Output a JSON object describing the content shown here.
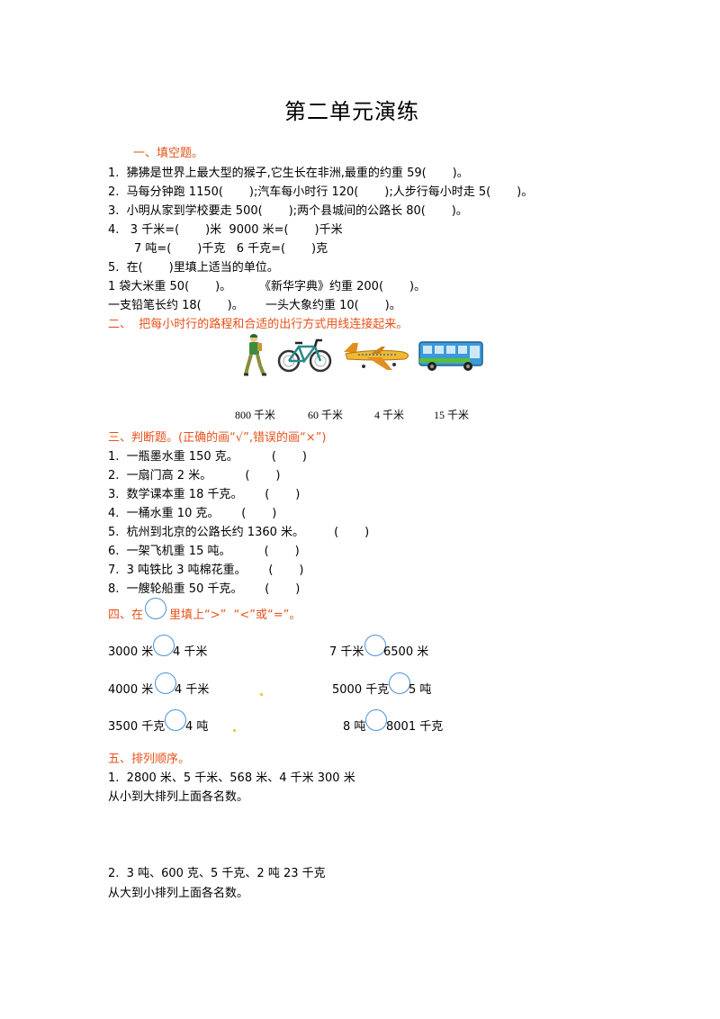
{
  "title": "第二单元演练",
  "s1": {
    "heading": "一、填空题。",
    "q1": "1.  狒狒是世界上最大型的猴子,它生长在非洲,最重的约重 59(       )。",
    "q2": "2.  马每分钟跑 1150(       );汽车每小时行 120(       );人步行每小时走 5(       )。",
    "q3": "3.  小明从家到学校要走 500(       );两个县城间的公路长 80(       )。",
    "q4a": "4.   3 千米=(       )米  9000 米=(       )千米",
    "q4b": "7 吨=(       )千克   6 千克=(       )克",
    "q5": "5.  在(       )里填上适当的单位。",
    "q5a": "1 袋大米重 50(       )。",
    "q5b": "《新华字典》约重 200(       )。",
    "q5c": "一支铅笔长约 18(       )。",
    "q5d": "一头大象约重 10(       )。"
  },
  "s2": {
    "heading": "二、  把每小时行的路程和合适的出行方式用线连接起来。",
    "images": [
      "walking-person",
      "bicycle",
      "airplane",
      "bus"
    ],
    "speeds": [
      "800 千米",
      "60 千米",
      "4 千米",
      "15 千米"
    ]
  },
  "s3": {
    "heading": "三、判断题。(正确的画“√”,错误的画“×”)",
    "items": [
      "1.  一瓶墨水重 150 克。         (       )",
      "2.  一扇门高 2 米。         (       )",
      "3.  数学课本重 18 千克。      (       )",
      "4.  一桶水重 10 克。      (       )",
      "5.  杭州到北京的公路长约 1360 米。        (       )",
      "6.  一架飞机重 15 吨。         (       )",
      "7.  3 吨铁比 3 吨棉花重。      (       )",
      "8.  一艘轮船重 50 千克。      (       )"
    ]
  },
  "s4": {
    "heading_before": "四、在",
    "heading_after": "里填上“>”  “<”或“=”。",
    "pairs": [
      {
        "left": "3000 米",
        "right": "4 千米"
      },
      {
        "left": "7 千米",
        "right": "6500 米"
      },
      {
        "left": "4000 米",
        "right": "4 千米"
      },
      {
        "left": "5000 千克",
        "right": "5 吨"
      },
      {
        "left": "3500 千克",
        "right": "4 吨"
      },
      {
        "left": "8 吨",
        "right": "8001 千克"
      }
    ]
  },
  "s5": {
    "heading": "五、排列顺序。",
    "q1": "1.  2800 米、5 千米、568 米、4 千米 300 米",
    "q1_instr": "从小到大排列上面各名数。",
    "q2": "2.  3 吨、600 克、5 千克、2 吨 23 千克",
    "q2_instr": "从大到小排列上面各名数。"
  }
}
